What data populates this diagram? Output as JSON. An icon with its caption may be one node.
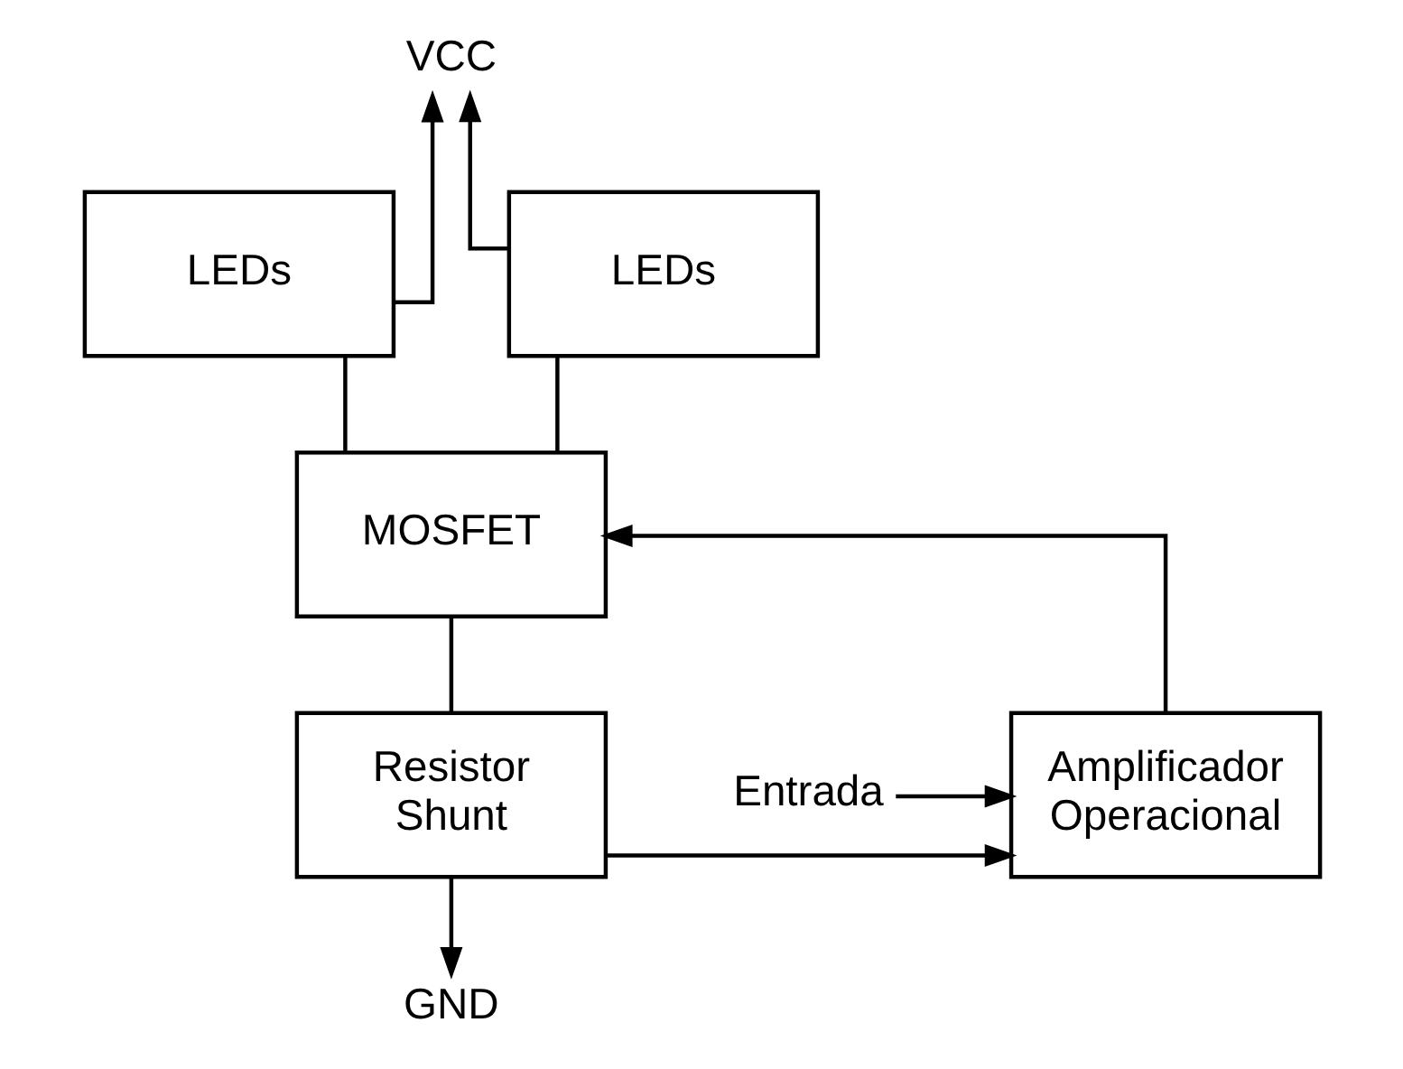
{
  "diagram": {
    "nodes": [
      {
        "text": [
          "VCC"
        ]
      },
      {
        "text": [
          "LEDs"
        ]
      },
      {
        "text": [
          "LEDs"
        ]
      },
      {
        "text": [
          "MOSFET"
        ]
      },
      {
        "text": [
          "Entrada"
        ]
      },
      {
        "text": [
          "Amplificador Operacional"
        ]
      },
      {
        "text": [
          "Resistor Shunt"
        ]
      },
      {
        "text": [
          "GND"
        ]
      }
    ],
    "edges": [
      {
        "from": 1,
        "to": 0,
        "arrow": "to"
      },
      {
        "from": 2,
        "to": 0,
        "arrow": "to"
      },
      {
        "from": 3,
        "to": 1,
        "arrow": "none"
      },
      {
        "from": 3,
        "to": 2,
        "arrow": "none"
      },
      {
        "from": 5,
        "to": 3,
        "arrow": "to"
      },
      {
        "from": 3,
        "to": 6,
        "arrow": "none"
      },
      {
        "from": 6,
        "to": 5,
        "arrow": "to"
      },
      {
        "from": 4,
        "to": 5,
        "arrow": "to"
      },
      {
        "from": 6,
        "to": 7,
        "arrow": "to"
      }
    ]
  }
}
